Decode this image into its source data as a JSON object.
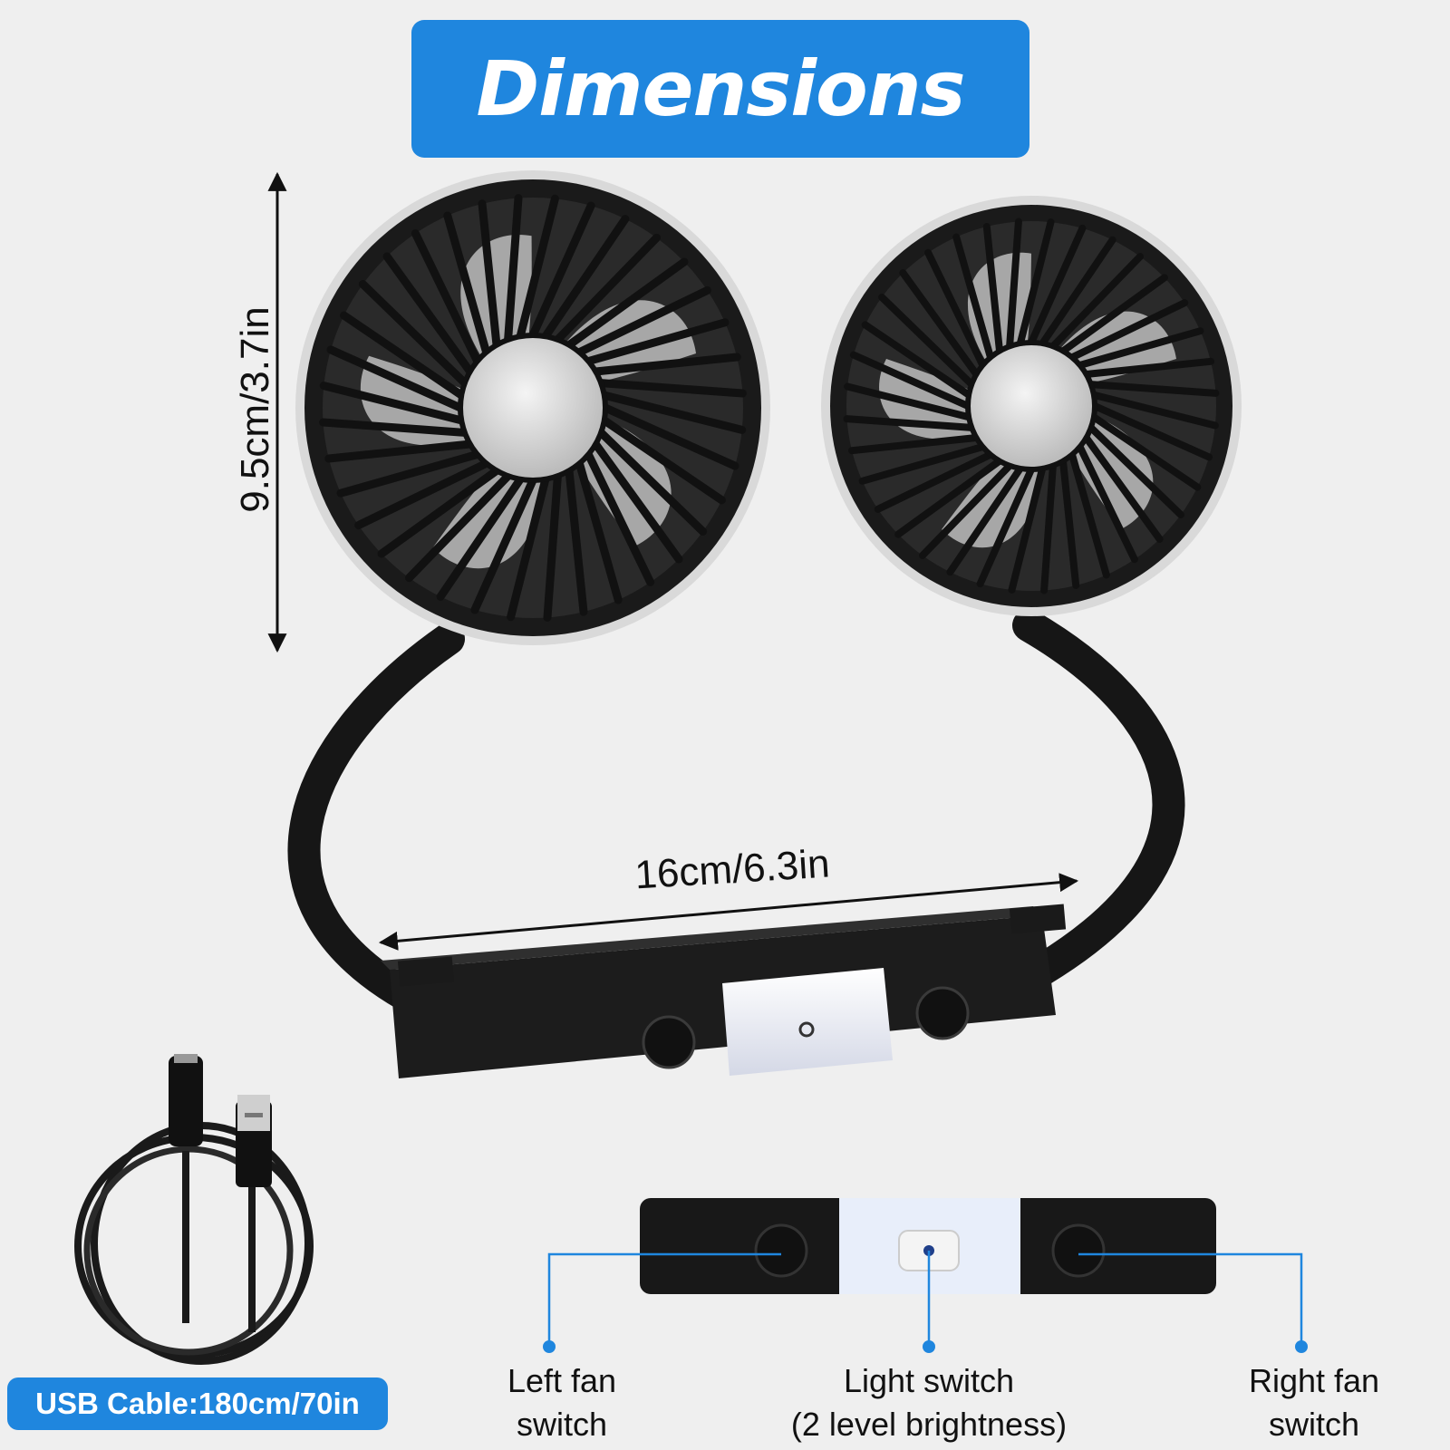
{
  "title": "Dimensions",
  "dimensions": {
    "height": "9.5cm/3.7in",
    "width": "16cm/6.3in"
  },
  "callouts": {
    "left_fan": [
      "Left fan",
      "switch"
    ],
    "light": [
      "Light switch",
      "(2 level brightness)"
    ],
    "right_fan": [
      "Right fan",
      "switch"
    ]
  },
  "usb_cable": "USB Cable:180cm/70in",
  "colors": {
    "accent": "#1f86de",
    "background": "#efefef",
    "product": "#161616"
  },
  "icons": [
    "fan-icon",
    "power-button-icon",
    "light-icon",
    "usb-cable-icon"
  ]
}
